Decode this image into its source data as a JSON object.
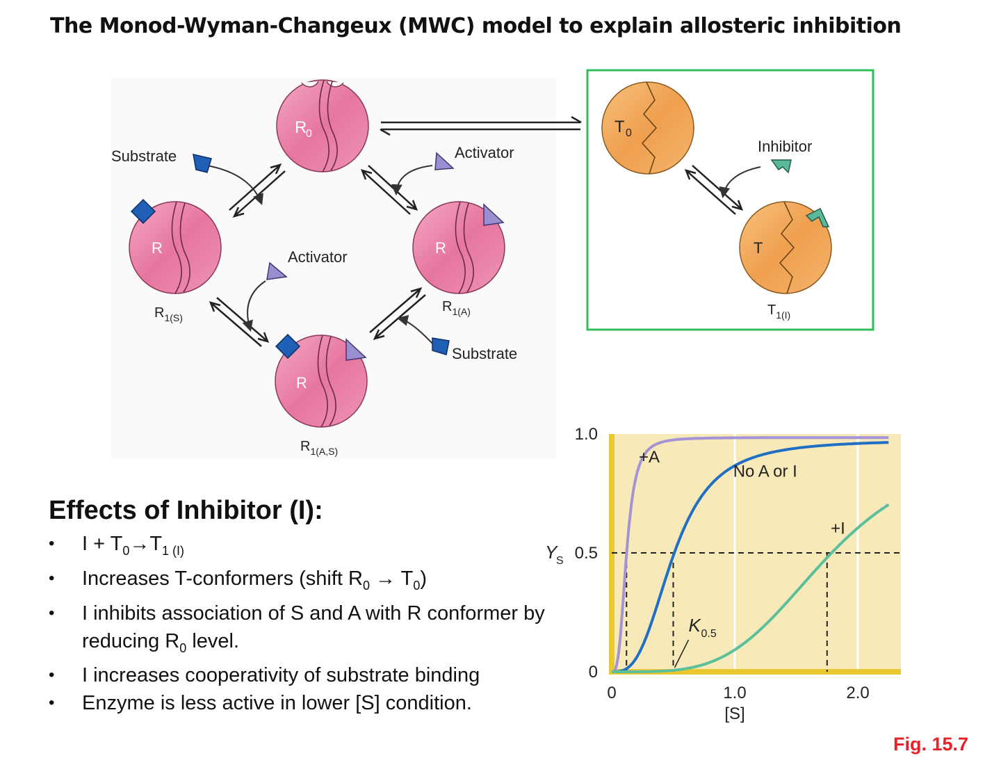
{
  "title": "The Monod-Wyman-Changeux (MWC) model to explain allosteric inhibition",
  "colors": {
    "r_state": "#e97ea6",
    "t_state": "#f2ad64",
    "substrate": "#1f5fb5",
    "activator": "#9b8ed0",
    "inhibitor": "#5bb89a",
    "box_border": "#2fbd5a",
    "chart_bg": "#f8e9b8",
    "chart_axis": "#e9c830",
    "fig_label": "#e8202a"
  },
  "diagram": {
    "r0": {
      "letter": "R",
      "sub": "0"
    },
    "r1s": {
      "letter": "R",
      "caption_main": "R",
      "caption_sub": "1(S)"
    },
    "r1a": {
      "letter": "R",
      "caption_main": "R",
      "caption_sub": "1(A)"
    },
    "r1as": {
      "letter": "R",
      "caption_main": "R",
      "caption_sub": "1(A,S)"
    },
    "t0": {
      "letter": "T",
      "sub": "0"
    },
    "t1": {
      "letter": "T",
      "caption_main": "T",
      "caption_sub": "1(I)"
    },
    "labels": {
      "substrate_top": "Substrate",
      "activator_top": "Activator",
      "activator_mid": "Activator",
      "substrate_bottom": "Substrate",
      "inhibitor": "Inhibitor"
    }
  },
  "effects": {
    "heading": "Effects of Inhibitor (I):",
    "items": [
      {
        "parts": [
          {
            "t": "I + T"
          },
          {
            "sub": "0"
          },
          {
            "t": "→T"
          },
          {
            "sub": "1 (I)"
          }
        ]
      },
      {
        "parts": [
          {
            "t": "Increases T-conformers (shift R"
          },
          {
            "sub": "0"
          },
          {
            "t": " → T"
          },
          {
            "sub": "0"
          },
          {
            "t": ")"
          }
        ]
      },
      {
        "parts": [
          {
            "t": "I inhibits association of S and A with R conformer by reducing R"
          },
          {
            "sub": "0"
          },
          {
            "t": " level."
          }
        ]
      },
      {
        "parts": [
          {
            "t": "I increases cooperativity of substrate binding"
          }
        ]
      },
      {
        "parts": [
          {
            "t": "Enzyme is less active in lower [S] condition."
          }
        ]
      }
    ]
  },
  "chart_data": {
    "type": "line",
    "xlabel": "[S]",
    "ylabel": "Y",
    "ylabel_sub": "S",
    "xlim": [
      0,
      2.35
    ],
    "ylim": [
      0,
      1.0
    ],
    "x_ticks": [
      {
        "v": 0,
        "label": "0"
      },
      {
        "v": 1.0,
        "label": "1.0"
      },
      {
        "v": 2.0,
        "label": "2.0"
      }
    ],
    "y_ticks": [
      {
        "v": 0,
        "label": "0"
      },
      {
        "v": 0.5,
        "label": "0.5"
      },
      {
        "v": 1.0,
        "label": "1.0"
      }
    ],
    "half_saturation_line": 0.5,
    "k_label": "K",
    "k_label_sub": "0.5",
    "series": [
      {
        "name": "+A",
        "color": "#a493d6",
        "k": 0.12,
        "n": 3.2,
        "ymax": 0.985
      },
      {
        "name": "No A or I",
        "color": "#1f6fc4",
        "k": 0.5,
        "n": 3.0,
        "ymax": 0.975
      },
      {
        "name": "+I",
        "color": "#5bbf9c",
        "k": 1.75,
        "n": 4.0,
        "ymax": 0.96
      }
    ],
    "k_points": [
      0.12,
      0.5,
      1.75
    ]
  },
  "fig_label": "Fig. 15.7"
}
